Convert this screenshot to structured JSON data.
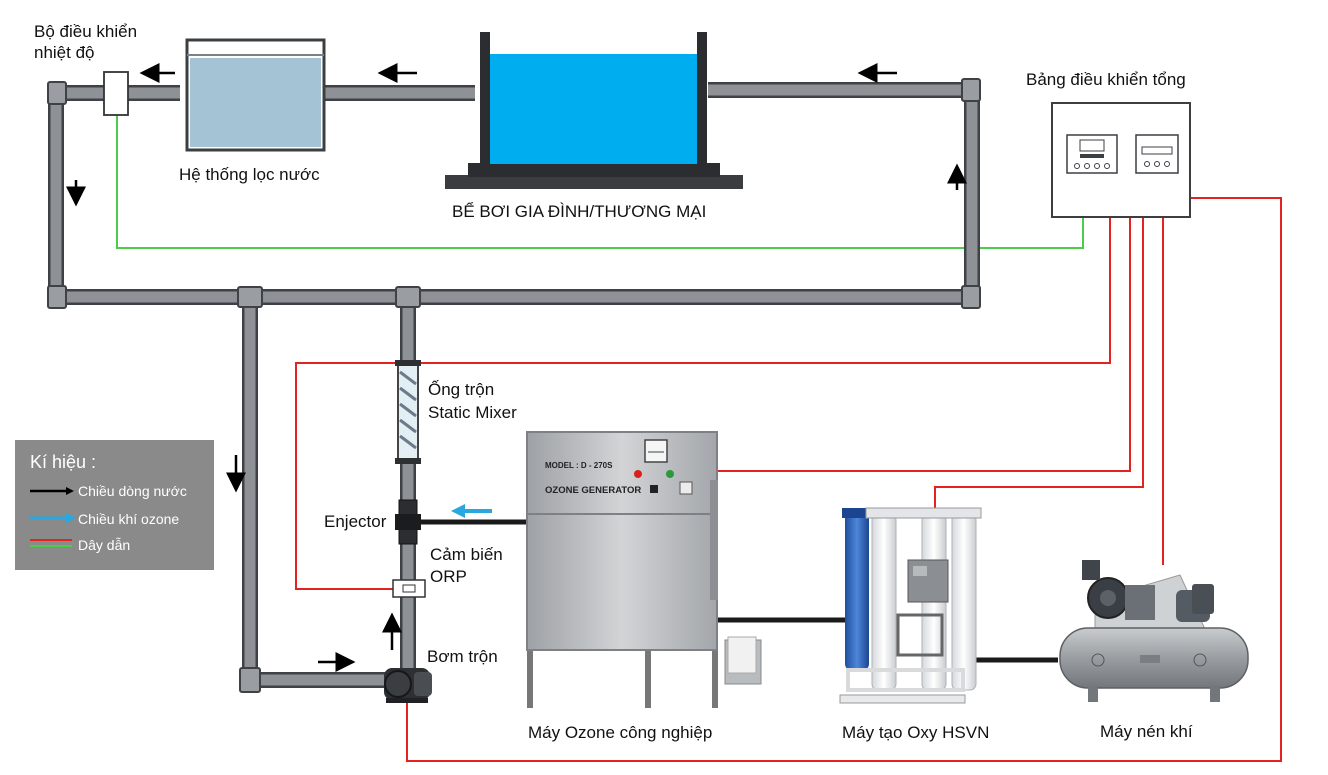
{
  "labels": {
    "temp_controller_line1": "Bộ điều khiển",
    "temp_controller_line2": "nhiệt độ",
    "water_filter": "Hệ thống lọc nước",
    "pool": "BỂ BƠI GIA ĐÌNH/THƯƠNG MẠI",
    "main_panel": "Bảng điều khiển tổng",
    "static_mixer_line1": "Ống trộn",
    "static_mixer_line2": "Static Mixer",
    "injector": "Enjector",
    "orp_line1": "Cảm biến",
    "orp_line2": "ORP",
    "mix_pump": "Bơm trộn",
    "ozone_machine": "Máy Ozone công nghiệp",
    "oxygen_machine": "Máy tạo Oxy HSVN",
    "air_compressor": "Máy nén khí"
  },
  "ozone_generator_plate": {
    "model": "MODEL : D - 270S",
    "name": "OZONE GENERATOR"
  },
  "legend": {
    "title": "Kí hiệu :",
    "items": [
      {
        "label": "Chiều dòng nước",
        "color": "#000000"
      },
      {
        "label": "Chiều khí ozone",
        "color": "#29a8e0"
      },
      {
        "label": "Dây dẫn",
        "color_red": "#e32222",
        "color_green": "#4ccc4c"
      }
    ]
  },
  "colors": {
    "pipe": "#8e9196",
    "pipe_edge": "#3e4145",
    "water": "#00aeef",
    "filter_water": "#a4c3d4",
    "wire_red": "#e32222",
    "wire_green": "#4ccc4c",
    "ozone_arrow": "#29a8e0",
    "legend_bg": "#8a8a8a"
  }
}
